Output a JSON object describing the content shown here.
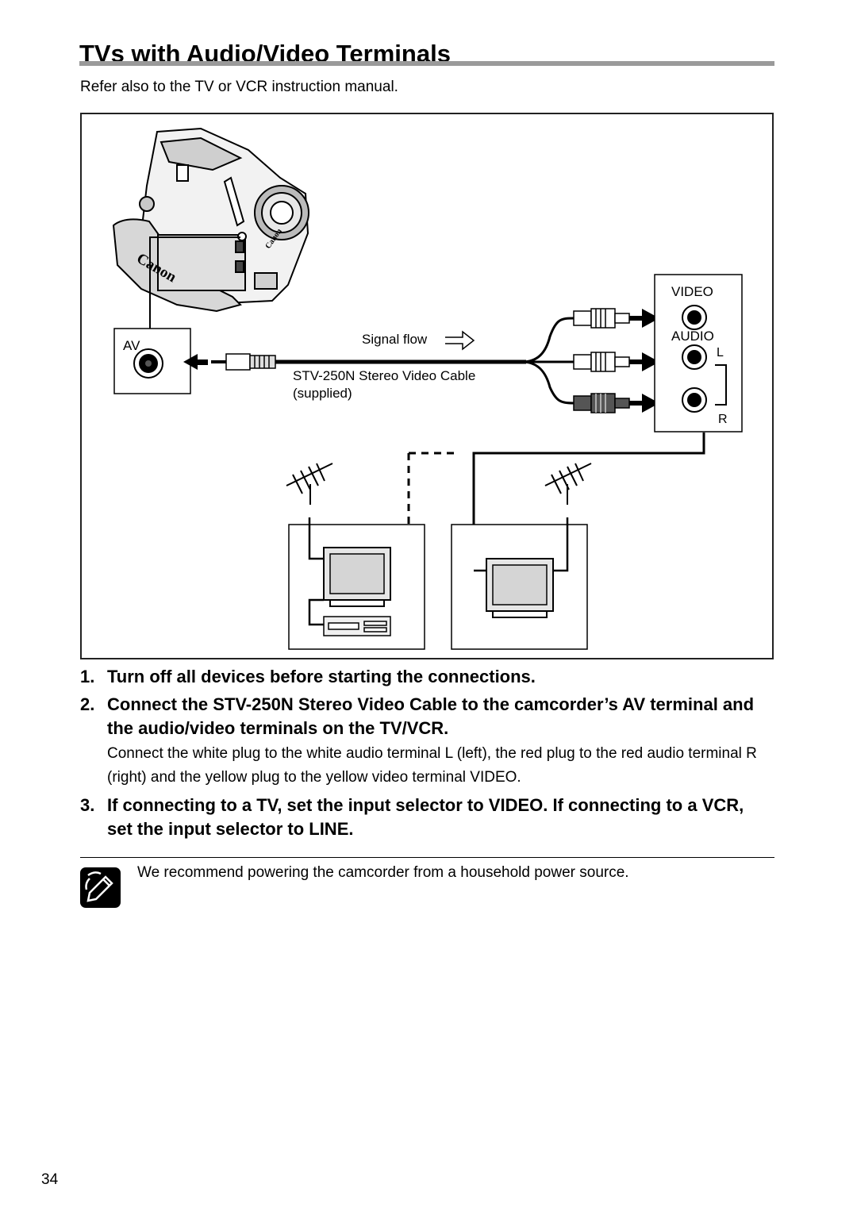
{
  "page": {
    "title": "TVs with Audio/Video Terminals",
    "subtitle": "Refer also to the TV or VCR instruction manual.",
    "page_number": "34"
  },
  "figure": {
    "camera_label": "AV",
    "signal_flow_label": "Signal flow",
    "cable_label_line1": "STV-250N Stereo Video Cable",
    "cable_label_line2": "(supplied)",
    "video_label": "VIDEO",
    "audio_label": "AUDIO",
    "left_label": "L",
    "right_label": "R",
    "camcorder_brand": "Canon",
    "lens_brand": "Canon"
  },
  "steps": [
    {
      "number": "1.",
      "text": "Turn off all devices before starting the connections."
    },
    {
      "number": "2.",
      "text": "Connect the STV-250N Stereo Video Cable to the camcorder’s AV terminal and the audio/video terminals on the TV/VCR.",
      "detail": "Connect the white plug to the white audio terminal L (left), the red plug to the red audio terminal R (right) and the yellow plug to the yellow video terminal VIDEO."
    },
    {
      "number": "3.",
      "text": "If connecting to a TV, set the input selector to VIDEO. If connecting to a VCR, set the input selector to LINE."
    }
  ],
  "note": {
    "icon": "pencil-note-icon",
    "text": "We recommend powering the camcorder from a household power source."
  }
}
